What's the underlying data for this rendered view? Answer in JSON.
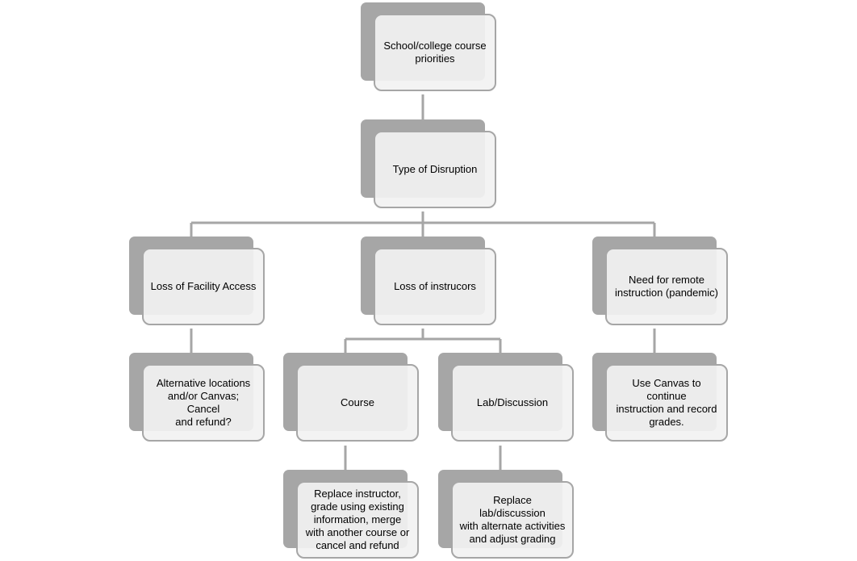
{
  "diagram": {
    "root": {
      "label": "School/college course\npriorities"
    },
    "disruption": {
      "label": "Type of Disruption"
    },
    "facility": {
      "label": "Loss of Facility Access"
    },
    "instructors": {
      "label": "Loss of instrucors"
    },
    "remote": {
      "label": "Need for remote\ninstruction (pandemic)"
    },
    "facility_action": {
      "label": "Alternative locations\nand/or Canvas; Cancel\nand refund?"
    },
    "course": {
      "label": "Course"
    },
    "lab": {
      "label": "Lab/Discussion"
    },
    "remote_action": {
      "label": "Use Canvas to continue\ninstruction and record\ngrades."
    },
    "course_action": {
      "label": "Replace instructor,\ngrade using existing\ninformation, merge\nwith another course or\ncancel and refund"
    },
    "lab_action": {
      "label": "Replace lab/discussion\nwith alternate activities\nand adjust grading"
    }
  },
  "colors": {
    "shadow": "#a6a6a6",
    "card": "#f2f2f2",
    "border": "#a6a6a6",
    "connector": "#a6a6a6",
    "text": "#000000"
  }
}
